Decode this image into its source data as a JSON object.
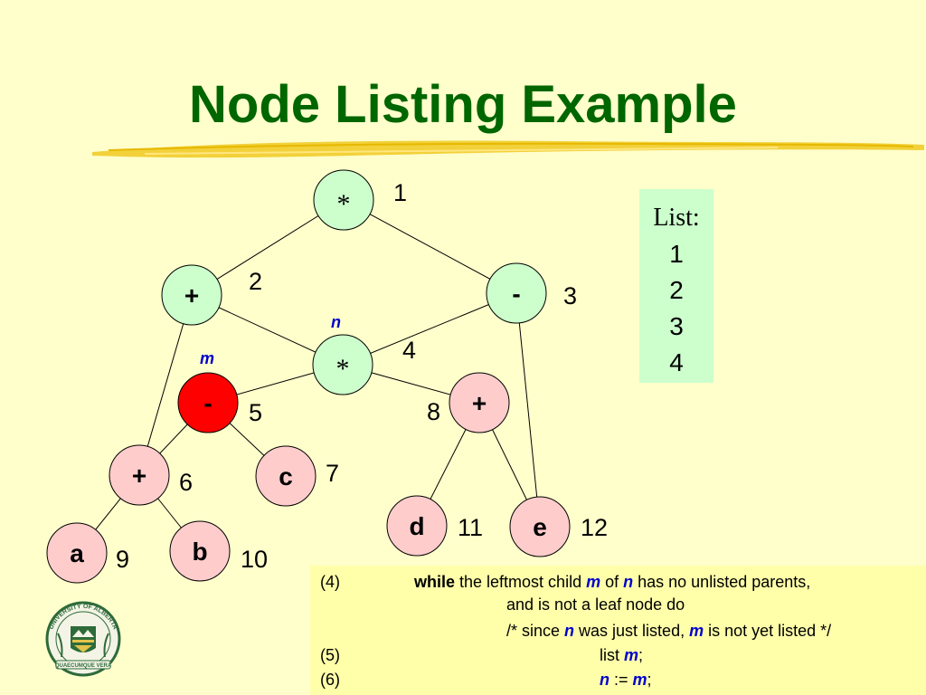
{
  "title": "Node Listing Example",
  "tree": {
    "nodes": [
      {
        "id": "n1",
        "symbol": "*",
        "label": "1",
        "fill": "#ccffcc"
      },
      {
        "id": "n2",
        "symbol": "+",
        "label": "2",
        "fill": "#ccffcc"
      },
      {
        "id": "n3",
        "symbol": "-",
        "label": "3",
        "fill": "#ccffcc"
      },
      {
        "id": "n4",
        "symbol": "*",
        "label": "4",
        "fill": "#ccffcc"
      },
      {
        "id": "n5",
        "symbol": "-",
        "label": "5",
        "fill": "#ff0000"
      },
      {
        "id": "n8",
        "symbol": "+",
        "label": "8",
        "fill": "#ffcccc"
      },
      {
        "id": "n6",
        "symbol": "+",
        "label": "6",
        "fill": "#ffcccc"
      },
      {
        "id": "n7",
        "symbol": "c",
        "label": "7",
        "fill": "#ffcccc"
      },
      {
        "id": "n11",
        "symbol": "d",
        "label": "11",
        "fill": "#ffcccc"
      },
      {
        "id": "n12",
        "symbol": "e",
        "label": "12",
        "fill": "#ffcccc"
      },
      {
        "id": "n9",
        "symbol": "a",
        "label": "9",
        "fill": "#ffcccc"
      },
      {
        "id": "n10",
        "symbol": "b",
        "label": "10",
        "fill": "#ffcccc"
      }
    ],
    "edges": [
      [
        "n1",
        "n2"
      ],
      [
        "n1",
        "n3"
      ],
      [
        "n2",
        "n4"
      ],
      [
        "n3",
        "n4"
      ],
      [
        "n2",
        "n6"
      ],
      [
        "n3",
        "n12"
      ],
      [
        "n4",
        "n5"
      ],
      [
        "n4",
        "n8"
      ],
      [
        "n5",
        "n6"
      ],
      [
        "n5",
        "n7"
      ],
      [
        "n8",
        "n11"
      ],
      [
        "n8",
        "n12"
      ],
      [
        "n6",
        "n9"
      ],
      [
        "n6",
        "n10"
      ]
    ],
    "pointer_n": "n",
    "pointer_m": "m"
  },
  "list": {
    "heading": "List:",
    "items": [
      "1",
      "2",
      "3",
      "4"
    ]
  },
  "code": {
    "l1_num": "(4)",
    "l1_kw": "while",
    "l1_a": " the leftmost child ",
    "l1_m": "m",
    "l1_b": " of ",
    "l1_n": "n",
    "l1_c": " has no unlisted parents,",
    "l2": "and is not a leaf node do",
    "l3_a": "/* since ",
    "l3_n": "n",
    "l3_b": " was just listed, ",
    "l3_m": "m",
    "l3_c": " is not yet listed */",
    "l4_num": "(5)",
    "l4_a": "list ",
    "l4_m": "m",
    "l4_b": ";",
    "l5_num": "(6)",
    "l5_n": "n",
    "l5_a": " := ",
    "l5_m": "m",
    "l5_b": ";"
  },
  "logo": {
    "arc_text": "UNIVERSITY OF ALBERTA",
    "motto": "QUAECUMQUE VERA"
  },
  "colors": {
    "title": "#006600",
    "pointer": "#0000cc",
    "node_green": "#ccffcc",
    "node_pink": "#ffcccc",
    "node_red": "#ff0000"
  }
}
